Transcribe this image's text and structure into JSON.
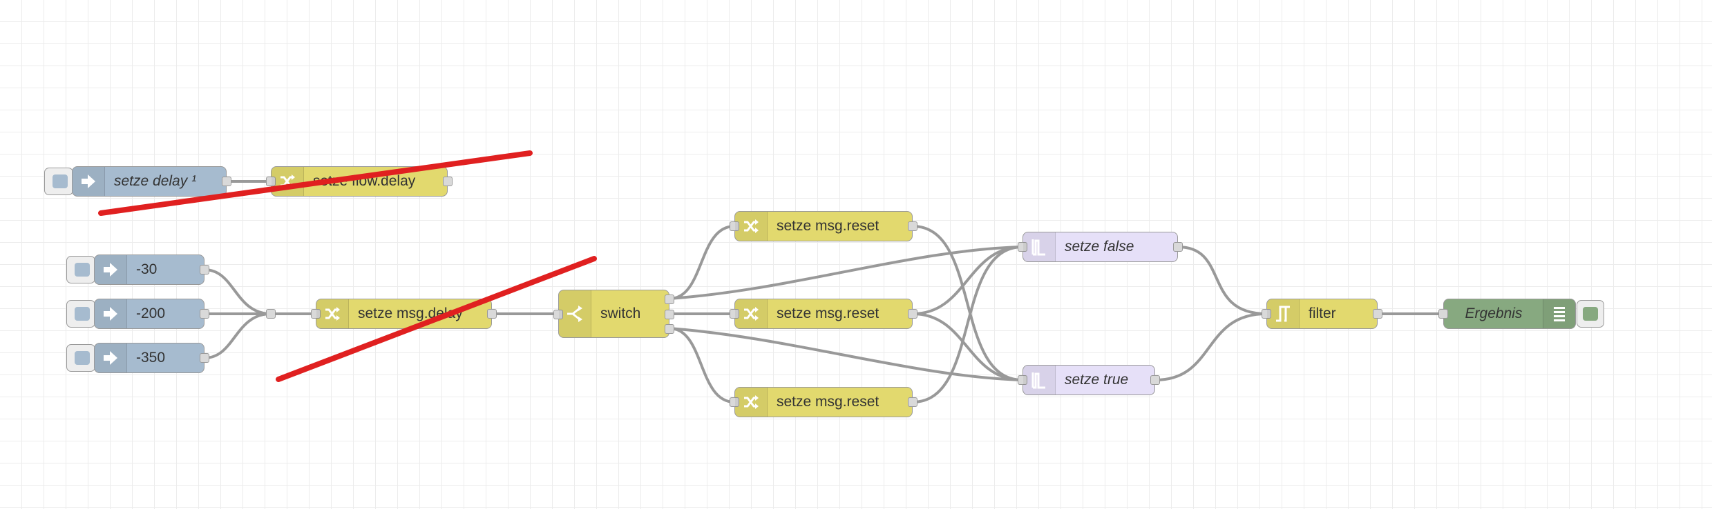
{
  "colors": {
    "inject": "#a6bbcf",
    "change": "#e2d96e",
    "switch": "#e2d96e",
    "trigger": "#e6e0f8",
    "filter": "#e2d96e",
    "debug": "#87a980",
    "inject_button": "#a6bbcf",
    "debug_button": "#87a980",
    "wire": "#999999",
    "strike": "#e02020"
  },
  "nodes": {
    "inject_delay": {
      "label": "setze delay ¹",
      "icon": "arrow-right-icon"
    },
    "change_flow_delay": {
      "label": "setze flow.delay",
      "icon": "shuffle-icon"
    },
    "inject_30": {
      "label": "-30",
      "icon": "arrow-right-icon"
    },
    "inject_200": {
      "label": "-200",
      "icon": "arrow-right-icon"
    },
    "inject_350": {
      "label": "-350",
      "icon": "arrow-right-icon"
    },
    "change_msg_delay": {
      "label": "setze msg.delay",
      "icon": "shuffle-icon"
    },
    "switch": {
      "label": "switch",
      "icon": "switch-icon"
    },
    "reset_top": {
      "label": "setze msg.reset",
      "icon": "shuffle-icon"
    },
    "reset_mid": {
      "label": "setze msg.reset",
      "icon": "shuffle-icon"
    },
    "reset_bottom": {
      "label": "setze msg.reset",
      "icon": "shuffle-icon"
    },
    "trigger_false": {
      "label": "setze false",
      "icon": "trigger-icon"
    },
    "trigger_true": {
      "label": "setze true",
      "icon": "trigger-icon"
    },
    "filter": {
      "label": "filter",
      "icon": "filter-icon"
    },
    "debug": {
      "label": "Ergebnis",
      "icon": "list-icon"
    }
  }
}
